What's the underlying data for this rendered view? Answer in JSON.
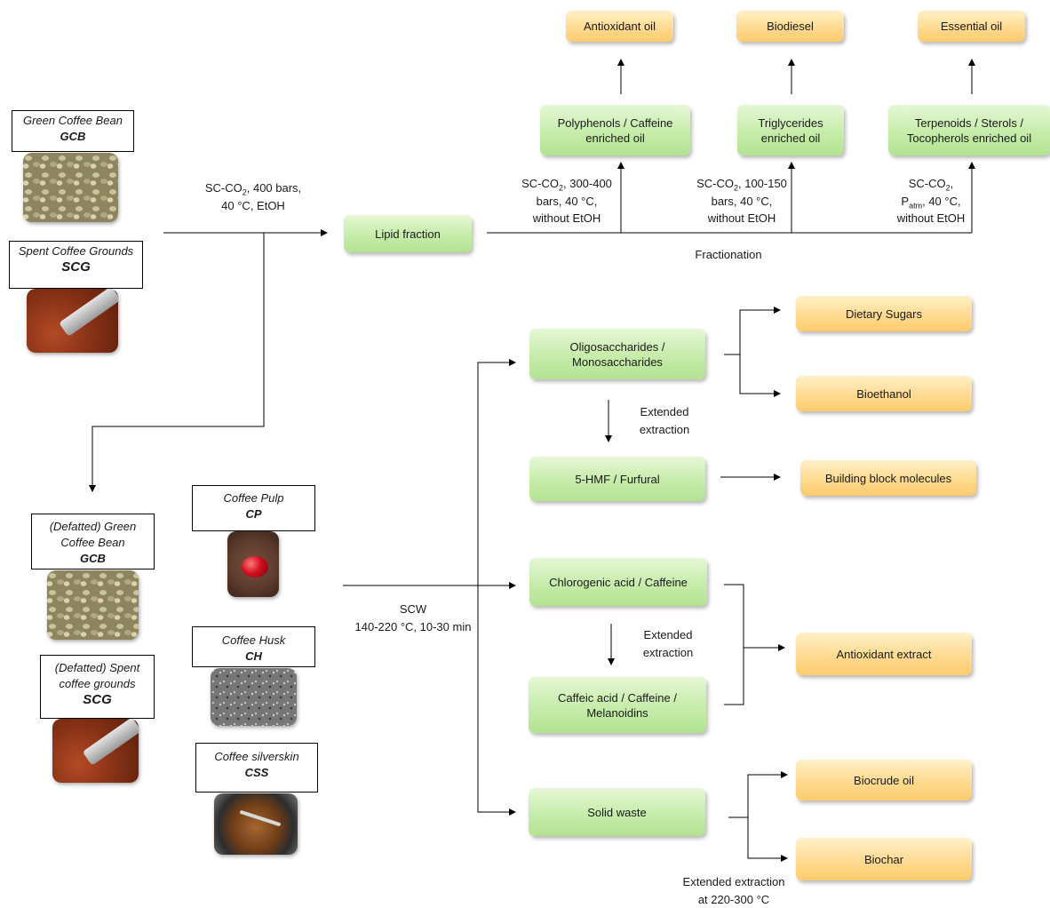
{
  "sources_top": [
    {
      "name": "Green Coffee Bean",
      "abbr": "GCB"
    },
    {
      "name": "Spent Coffee Grounds",
      "abbr": "SCG"
    }
  ],
  "sources_bottom": [
    {
      "name_l1": "(Defatted) Green",
      "name_l2": "Coffee Bean",
      "abbr": "GCB"
    },
    {
      "name_l1": "(Defatted) Spent",
      "name_l2": "coffee grounds",
      "abbr": "SCG"
    },
    {
      "name": "Coffee Pulp",
      "abbr": "CP"
    },
    {
      "name": "Coffee Husk",
      "abbr": "CH"
    },
    {
      "name": "Coffee silverskin",
      "abbr": "CSS"
    }
  ],
  "sc_co2_main": {
    "l1_pre": "SC-CO",
    "l1_sub": "2",
    "l1_post": ", 400 bars,",
    "l2": "40 °C, EtOH"
  },
  "lipid_fraction": "Lipid fraction",
  "fractionation": "Fractionation",
  "fractions": [
    {
      "l1": "Polyphenols / Caffeine",
      "l2": "enriched oil",
      "product": "Antioxidant oil",
      "cond": {
        "l1_pre": "SC-CO",
        "l1_sub": "2",
        "l1_post": ", 300-400",
        "l2": "bars, 40 °C,",
        "l3": "without EtOH"
      }
    },
    {
      "l1": "Triglycerides",
      "l2": "enriched oil",
      "product": "Biodiesel",
      "cond": {
        "l1_pre": "SC-CO",
        "l1_sub": "2",
        "l1_post": ", 100-150",
        "l2": "bars, 40 °C,",
        "l3": "without EtOH"
      }
    },
    {
      "l1": "Terpenoids / Sterols /",
      "l2": "Tocopherols enriched oil",
      "product": "Essential oil",
      "cond": {
        "l1_pre": "SC-CO",
        "l1_sub": "2",
        "l1_post": ",",
        "l2_pre": "P",
        "l2_sub": "atm",
        "l2_post": ", 40 °C,",
        "l3": "without EtOH"
      }
    }
  ],
  "scw": {
    "l1": "SCW",
    "l2": "140-220 °C, 10-30 min"
  },
  "green_nodes": {
    "oligo": {
      "l1": "Oligosaccharides /",
      "l2": "Monosaccharides"
    },
    "hmf": "5-HMF / Furfural",
    "chlorogenic": "Chlorogenic acid / Caffeine",
    "caffeic": {
      "l1": "Caffeic acid / Caffeine /",
      "l2": "Melanoidins"
    },
    "solid": "Solid waste"
  },
  "extended_extraction": {
    "l1": "Extended",
    "l2": "extraction"
  },
  "extended_extraction_2": {
    "l1": "Extended",
    "l2": "extraction"
  },
  "extended_extraction_high": {
    "l1": "Extended extraction",
    "l2": "at 220-300 °C"
  },
  "products": {
    "dietary_sugars": "Dietary Sugars",
    "bioethanol": "Bioethanol",
    "building_blocks": "Building block molecules",
    "antioxidant_extract": "Antioxidant extract",
    "biocrude_oil": "Biocrude oil",
    "biochar": "Biochar"
  }
}
